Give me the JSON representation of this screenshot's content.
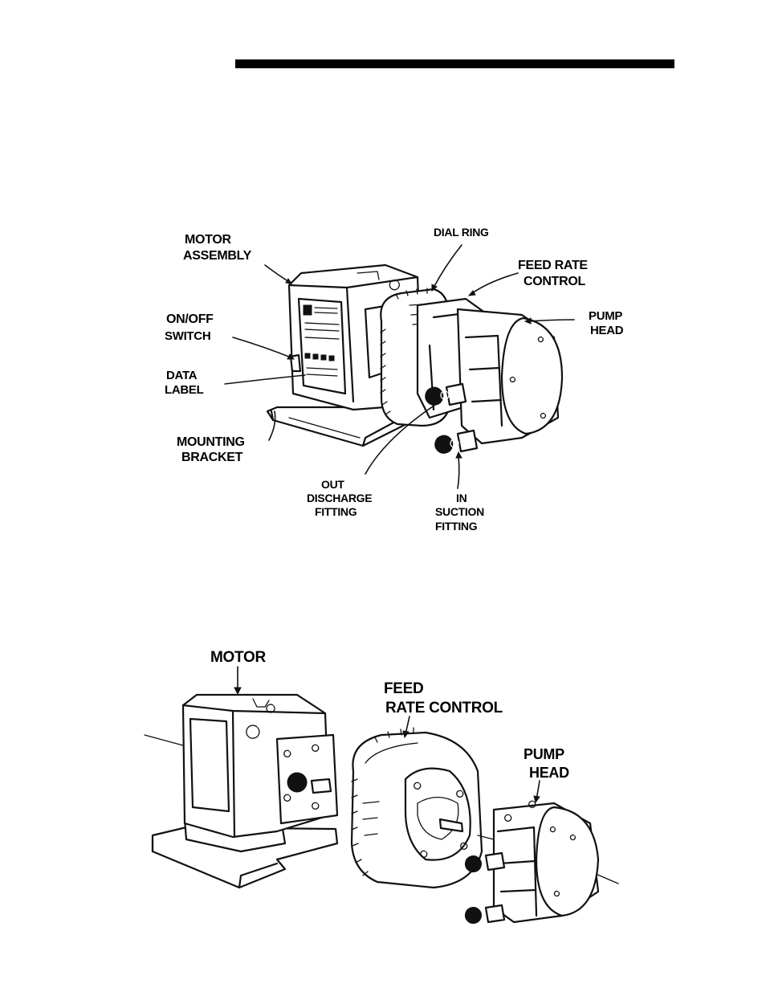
{
  "figure_top": {
    "labels": {
      "motor_assembly": [
        "MOTOR",
        "ASSEMBLY"
      ],
      "dial_ring": "DIAL RING",
      "feed_rate_control": [
        "FEED RATE",
        "CONTROL"
      ],
      "pump_head": [
        "PUMP",
        "HEAD"
      ],
      "on_off_switch": [
        "ON/OFF",
        "SWITCH"
      ],
      "data_label": [
        "DATA",
        "LABEL"
      ],
      "mounting_bracket": [
        "MOUNTING",
        "BRACKET"
      ],
      "out_discharge_fitting": [
        "OUT",
        "DISCHARGE",
        "FITTING"
      ],
      "in_suction_fitting": [
        "IN",
        "SUCTION",
        "FITTING"
      ]
    }
  },
  "figure_bottom": {
    "labels": {
      "motor": "MOTOR",
      "feed_rate_control": [
        "FEED",
        "RATE CONTROL"
      ],
      "pump_head": [
        "PUMP",
        "HEAD"
      ]
    }
  },
  "icons": {
    "pump_assembled": "assembled-pump-illustration",
    "pump_exploded": "exploded-pump-illustration"
  }
}
